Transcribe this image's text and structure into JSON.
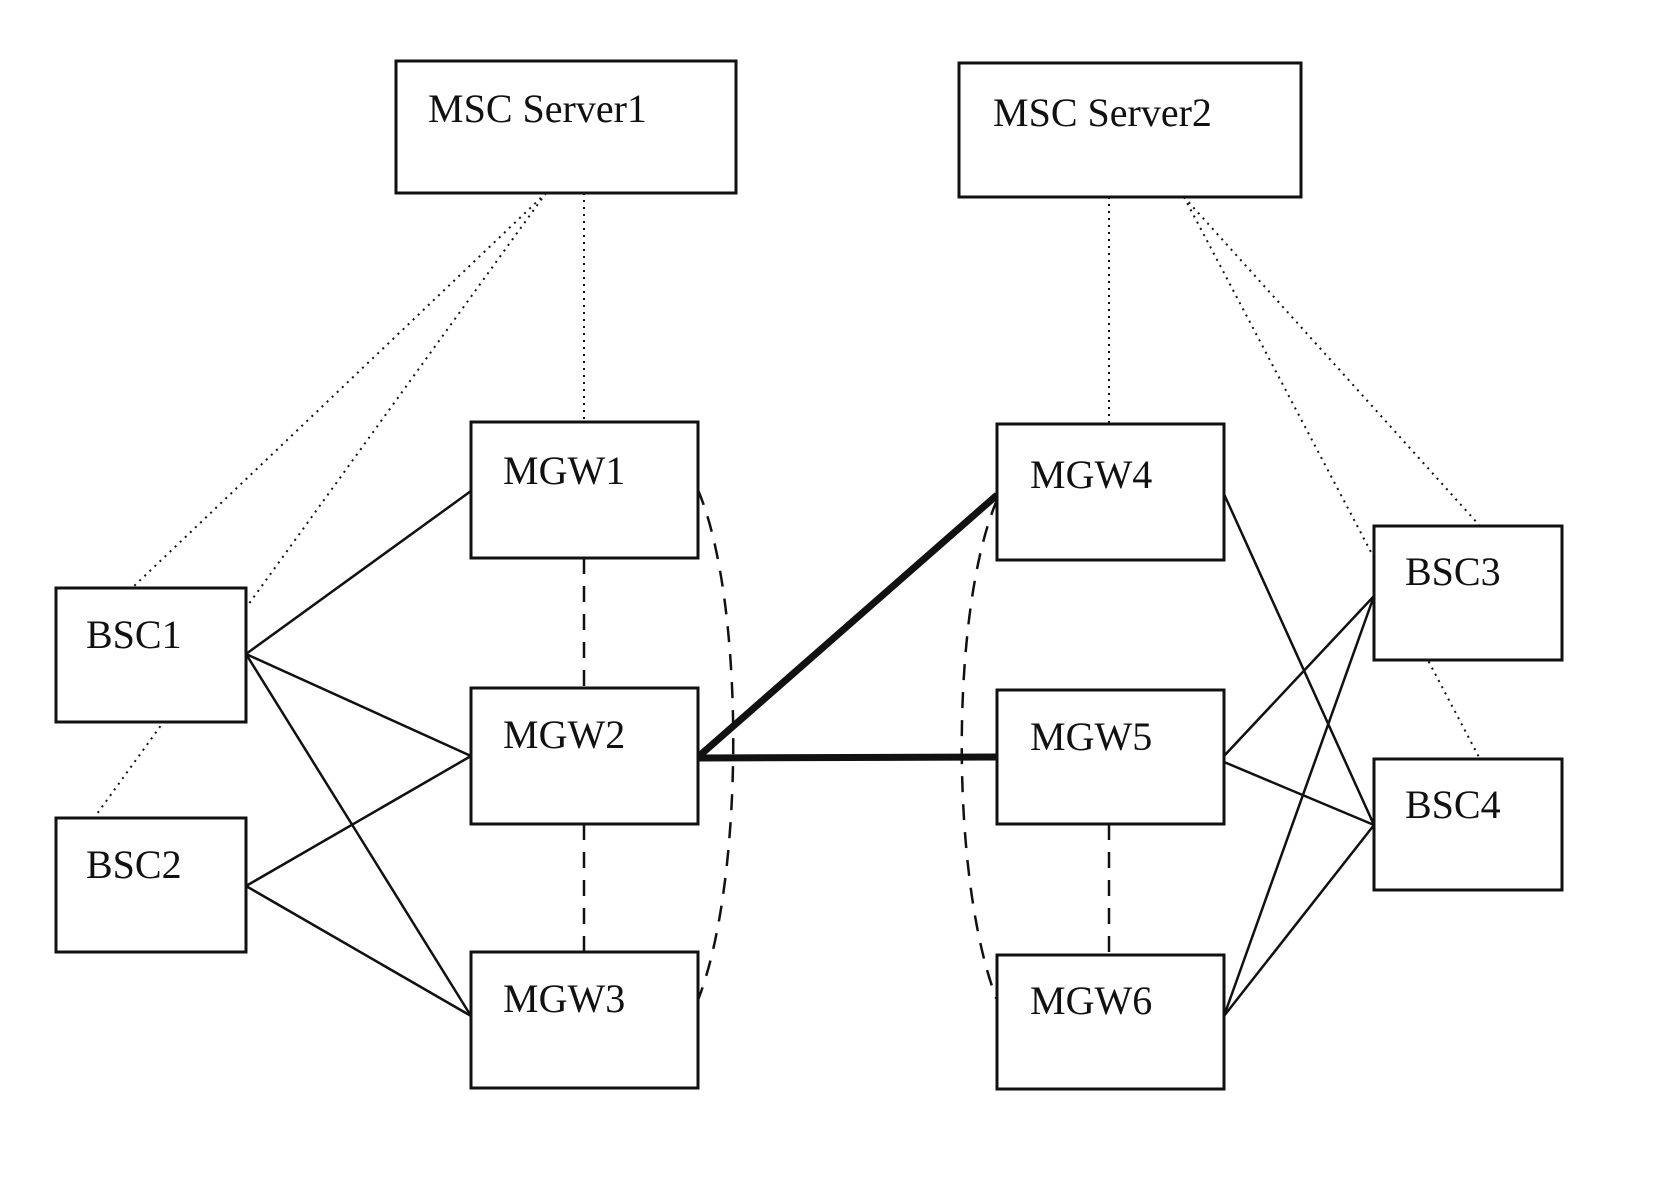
{
  "diagram": {
    "nodes": [
      {
        "id": "msc1",
        "label": "MSC Server1"
      },
      {
        "id": "msc2",
        "label": "MSC Server2"
      },
      {
        "id": "mgw1",
        "label": "MGW1"
      },
      {
        "id": "mgw2",
        "label": "MGW2"
      },
      {
        "id": "mgw3",
        "label": "MGW3"
      },
      {
        "id": "mgw4",
        "label": "MGW4"
      },
      {
        "id": "mgw5",
        "label": "MGW5"
      },
      {
        "id": "mgw6",
        "label": "MGW6"
      },
      {
        "id": "bsc1",
        "label": "BSC1"
      },
      {
        "id": "bsc2",
        "label": "BSC2"
      },
      {
        "id": "bsc3",
        "label": "BSC3"
      },
      {
        "id": "bsc4",
        "label": "BSC4"
      }
    ],
    "edges": [
      {
        "from": "msc1",
        "to": "mgw1",
        "style": "dotted"
      },
      {
        "from": "msc1",
        "to": "bsc1",
        "style": "dotted"
      },
      {
        "from": "msc1",
        "to": "bsc2",
        "style": "dotted"
      },
      {
        "from": "msc2",
        "to": "mgw4",
        "style": "dotted"
      },
      {
        "from": "msc2",
        "to": "bsc3",
        "style": "dotted"
      },
      {
        "from": "msc2",
        "to": "bsc4",
        "style": "dotted"
      },
      {
        "from": "bsc1",
        "to": "mgw1",
        "style": "solid"
      },
      {
        "from": "bsc1",
        "to": "mgw2",
        "style": "solid"
      },
      {
        "from": "bsc1",
        "to": "mgw3",
        "style": "solid"
      },
      {
        "from": "bsc2",
        "to": "mgw2",
        "style": "solid"
      },
      {
        "from": "bsc2",
        "to": "mgw3",
        "style": "solid"
      },
      {
        "from": "mgw4",
        "to": "bsc4",
        "style": "solid"
      },
      {
        "from": "mgw5",
        "to": "bsc3",
        "style": "solid"
      },
      {
        "from": "mgw5",
        "to": "bsc4",
        "style": "solid"
      },
      {
        "from": "mgw6",
        "to": "bsc3",
        "style": "solid"
      },
      {
        "from": "mgw6",
        "to": "bsc4",
        "style": "solid"
      },
      {
        "from": "mgw1",
        "to": "mgw2",
        "style": "dashed"
      },
      {
        "from": "mgw2",
        "to": "mgw3",
        "style": "dashed"
      },
      {
        "from": "mgw1",
        "to": "mgw3",
        "style": "dashed-curve"
      },
      {
        "from": "mgw5",
        "to": "mgw6",
        "style": "dashed"
      },
      {
        "from": "mgw4",
        "to": "mgw6",
        "style": "dashed-curve"
      },
      {
        "from": "mgw2",
        "to": "mgw4",
        "style": "thick"
      },
      {
        "from": "mgw2",
        "to": "mgw5",
        "style": "thick"
      }
    ]
  }
}
